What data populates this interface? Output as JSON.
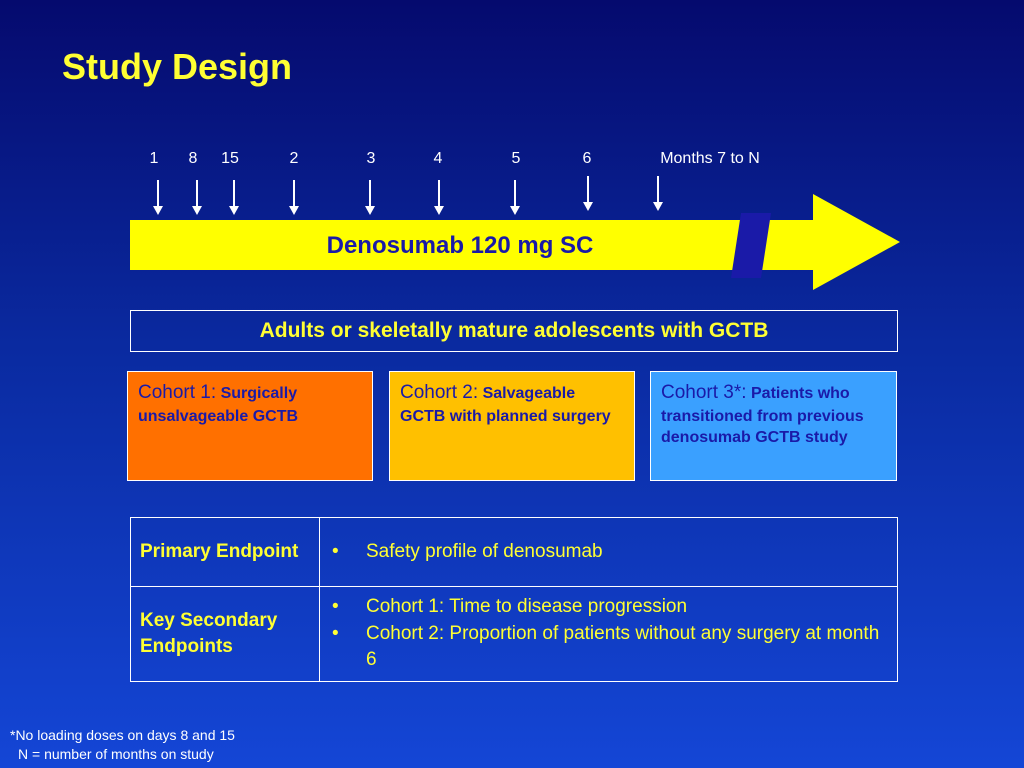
{
  "title": "Study Design",
  "timeline": {
    "ticks": [
      "1",
      "8",
      "15",
      "2",
      "3",
      "4",
      "5",
      "6",
      "Months 7 to N"
    ],
    "bar_label": "Denosumab 120 mg SC",
    "colors": {
      "bar": "#ffff00",
      "break_mark": "#1a1aa8",
      "arrows": "#ffffff"
    }
  },
  "population": "Adults or skeletally mature adolescents with GCTB",
  "cohorts": [
    {
      "heading": "Cohort 1:",
      "text": "Surgically unsalvageable GCTB",
      "color": "#ff7000"
    },
    {
      "heading": "Cohort 2:",
      "text": "Salvageable GCTB with planned surgery",
      "color": "#ffc000"
    },
    {
      "heading": "Cohort 3*:",
      "text": "Patients who transitioned from previous denosumab GCTB study",
      "color": "#3aa0ff"
    }
  ],
  "endpoints": {
    "primary": {
      "label": "Primary Endpoint",
      "items": [
        "Safety profile of denosumab"
      ]
    },
    "secondary": {
      "label": "Key Secondary Endpoints",
      "items": [
        "Cohort 1: Time to disease progression",
        "Cohort 2: Proportion of patients without any surgery at month 6"
      ]
    }
  },
  "footnotes": [
    "*No loading doses on days 8 and 15",
    "N = number of months on study"
  ]
}
